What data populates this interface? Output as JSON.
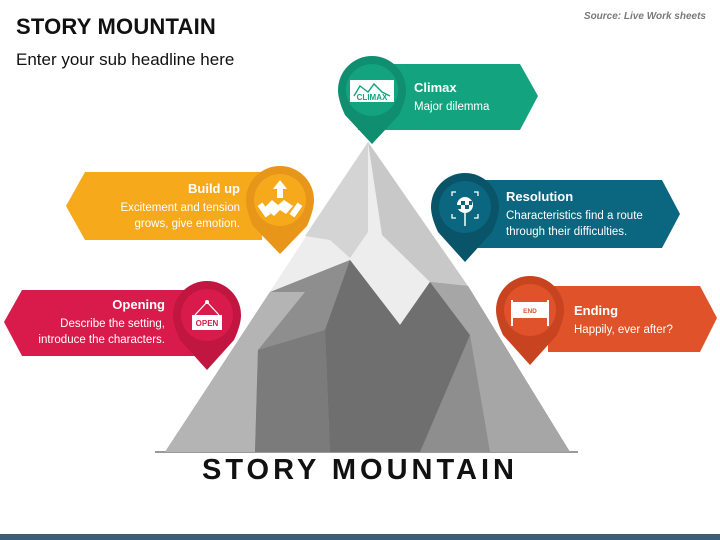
{
  "header": {
    "title": "STORY MOUNTAIN",
    "subtitle": "Enter your sub headline here",
    "source": "Source: Live Work sheets"
  },
  "mountain_label": "STORY MOUNTAIN",
  "stages": {
    "climax": {
      "title": "Climax",
      "desc_lines": [
        "Major dilemma"
      ],
      "sign_text": "CLIMAX",
      "color": "#13a37f",
      "icon": "climax-sign-icon"
    },
    "buildup": {
      "title": "Build up",
      "desc_lines": [
        "Excitement and tension",
        "grows, give emotion."
      ],
      "color": "#f5a91b",
      "icon": "handshake-arrow-icon"
    },
    "opening": {
      "title": "Opening",
      "desc_lines": [
        "Describe the setting,",
        "introduce the characters."
      ],
      "sign_text": "OPEN",
      "color": "#d81b4b",
      "icon": "open-sign-icon"
    },
    "resolution": {
      "title": "Resolution",
      "desc_lines": [
        "Characteristics find a route",
        "through their difficulties."
      ],
      "color": "#0b6680",
      "icon": "target-flag-icon"
    },
    "ending": {
      "title": "Ending",
      "desc_lines": [
        "Happily, ever after?"
      ],
      "sign_text": "END",
      "color": "#e0522a",
      "icon": "end-banner-icon"
    }
  }
}
